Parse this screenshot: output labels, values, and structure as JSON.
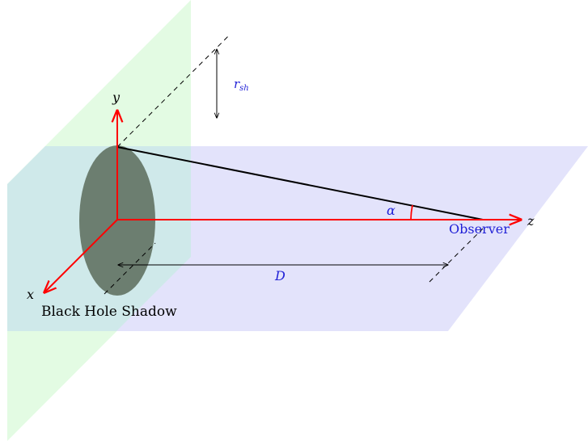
{
  "labels": {
    "axis_x": "x",
    "axis_y": "y",
    "axis_z": "z",
    "shadow_radius": "r",
    "shadow_radius_sub": "sh",
    "distance": "D",
    "angle": "α",
    "observer": "Observer",
    "shadow_caption": "Black Hole Shadow"
  },
  "colors": {
    "vertical_plane": "#e3fbe3",
    "horizontal_plane": "#e3e3fb",
    "overlap": "#cfe9ea",
    "shadow_disk": "#5e6e5e",
    "axes": "#ff0000",
    "annotation_text": "#1f1fd6",
    "lines": "#000000"
  }
}
